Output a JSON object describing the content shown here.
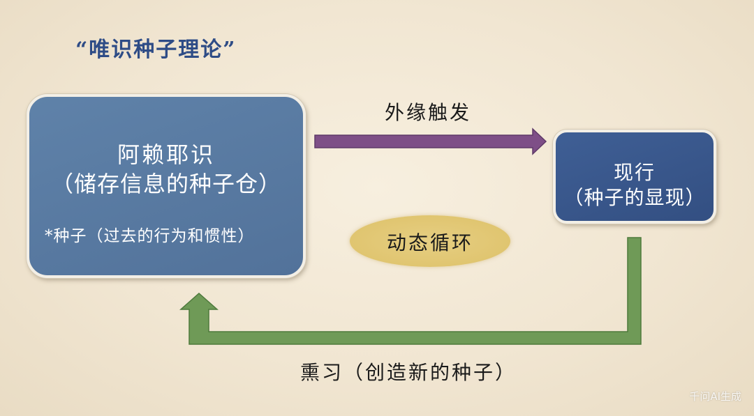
{
  "title": "“唯识种子理论”",
  "left_box": {
    "line1": "阿赖耶识",
    "line2": "（储存信息的种子仓）",
    "note": "*种子（过去的行为和惯性）"
  },
  "right_box": {
    "line1": "现行",
    "line2": "（种子的显现）"
  },
  "top_arrow_label": "外缘触发",
  "center_label": "动态循环",
  "bottom_arrow_label": "熏习（创造新的种子）",
  "watermark": "千问AI生成",
  "colors": {
    "title": "#2e4c86",
    "left_box": "#5a7ba3",
    "right_box": "#3a5a8e",
    "top_arrow": "#7e4f87",
    "bottom_arrow": "#6f9a57",
    "center_ellipse": "#e2c873"
  }
}
